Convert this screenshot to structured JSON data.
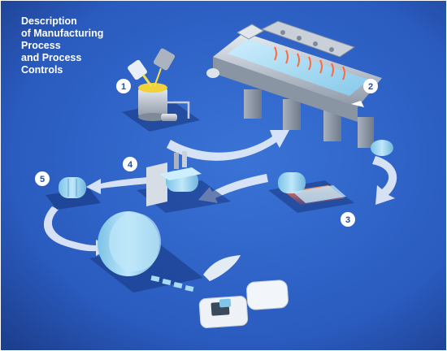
{
  "title": {
    "lines": [
      "Description",
      "of Manufacturing",
      "Process",
      "and Process",
      "Controls"
    ]
  },
  "steps": [
    {
      "number": "1"
    },
    {
      "number": "2"
    },
    {
      "number": "3"
    },
    {
      "number": "4"
    },
    {
      "number": "5"
    }
  ],
  "colors": {
    "background": "#2f63c8",
    "background_dark": "#1d3f8f",
    "arrow": "#dfe9f7",
    "badge": "#ffffff",
    "badge_text": "#1f4fa6",
    "film": "#9fd6f0",
    "machine": "#b9c1cc",
    "heat": "#ff6a3d"
  }
}
